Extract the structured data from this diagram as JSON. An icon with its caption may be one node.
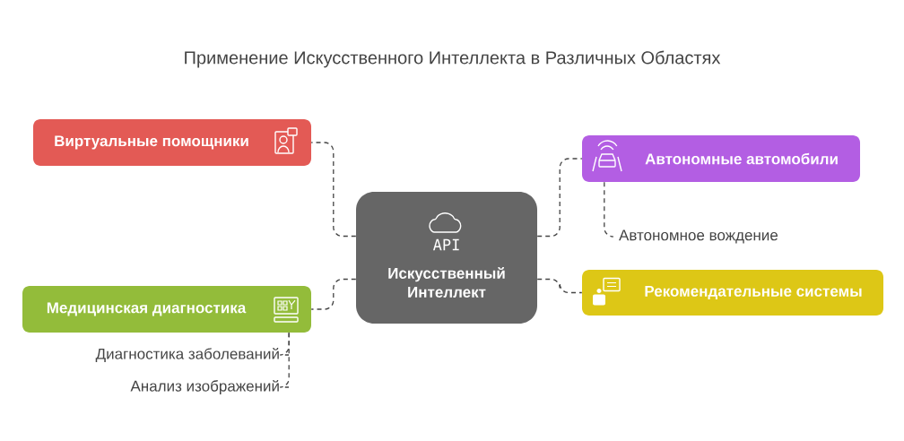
{
  "diagram": {
    "title": "Применение Искусственного Интеллекта в Различных Областях",
    "nodes": [
      {
        "text": [
          "API",
          "Искусственный Интеллект"
        ]
      },
      {
        "text": [
          "Виртуальные помощники"
        ]
      },
      {
        "text": [
          "Автономные автомобили"
        ]
      },
      {
        "text": [
          "Автономное вождение"
        ]
      },
      {
        "text": [
          "Медицинская диагностика"
        ]
      },
      {
        "text": [
          "Рекомендательные системы"
        ]
      },
      {
        "text": [
          "Диагностика заболеваний"
        ]
      },
      {
        "text": [
          "Анализ изображений"
        ]
      }
    ],
    "edges": [
      {
        "from": 0,
        "to": 1,
        "arrow": "none"
      },
      {
        "from": 0,
        "to": 2,
        "arrow": "none"
      },
      {
        "from": 0,
        "to": 4,
        "arrow": "none"
      },
      {
        "from": 0,
        "to": 5,
        "arrow": "none"
      },
      {
        "from": 2,
        "to": 3,
        "arrow": "none"
      },
      {
        "from": 4,
        "to": 6,
        "arrow": "none"
      },
      {
        "from": 4,
        "to": 7,
        "arrow": "none"
      }
    ]
  }
}
